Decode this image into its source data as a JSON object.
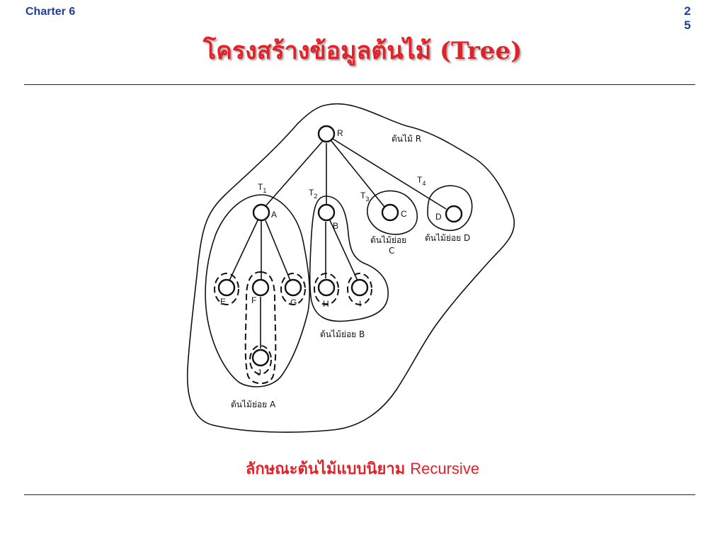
{
  "header": {
    "chapter": "Charter 6",
    "page_digits": [
      "2",
      "5"
    ],
    "title": "โครงสร้างข้อมูลต้นไม้ (Tree)"
  },
  "diagram": {
    "tree_label": "ต้นไม้ R",
    "subtree_labels": {
      "t1": "T",
      "t1_sub": "1",
      "t2": "T",
      "t2_sub": "2",
      "t3": "T",
      "t3_sub": "3",
      "t4": "T",
      "t4_sub": "4"
    },
    "nodes": {
      "R": "R",
      "A": "A",
      "B": "B",
      "C": "C",
      "D": "D",
      "E": "E",
      "F": "F",
      "G": "G",
      "H": "H",
      "I": "I",
      "J": "J"
    },
    "captions": {
      "sub_a": "ต้นไม้ย่อย A",
      "sub_b": "ต้นไม้ย่อย B",
      "sub_c_line1": "ต้นไม้ย่อย",
      "sub_c_line2": "C",
      "sub_d": "ต้นไม้ย่อย D"
    }
  },
  "caption": {
    "thai": "ลักษณะต้นไม้แบบนิยาม",
    "latin": "Recursive"
  }
}
